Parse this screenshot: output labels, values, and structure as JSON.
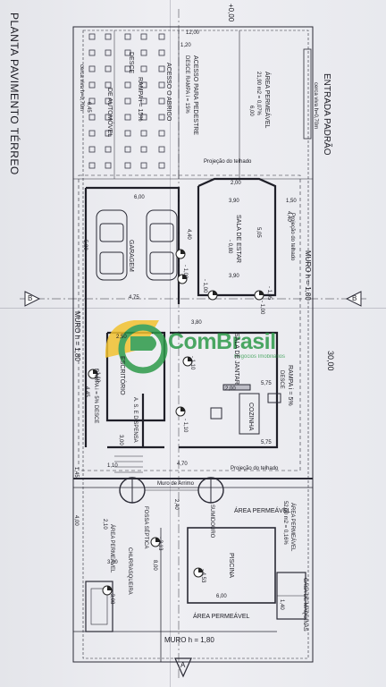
{
  "plan": {
    "title": "PLANTA PAVIMENTO TÉRREO",
    "level": "+0,00",
    "entry": "ENTRADA PADRÃO",
    "live_fence": "cerca viva h=0,70m",
    "live_fence_left": "cerca viva h=0,70m",
    "pedestrian_access": "ACESSO PARA PEDESTRE",
    "pedestrian_ramp": "DESCE RAMPA i = 15%",
    "shelter_access": "ACESSO O ABRIGO",
    "car_ramp": "RAMPA i = 15%",
    "car_ramp_down": "DESCE",
    "auto_ramp": "DE AUTOMÓVEL",
    "permeable_area_top": "ÁREA PERMEÁVEL",
    "permeable_top_value": "21,90 m2 = 0,07%",
    "roof_projection": "Projeção do telhado",
    "roof_projection_side": "Projeção do telhado",
    "roof_projection_bottom": "Projeção do telhado",
    "living_room": "SALA DE ESTAR",
    "living_level": "- 0,80",
    "garage": "GARAGEM",
    "wall": "MURO  h = 1,80",
    "wall_left": "MURO  h = 1,80",
    "wall_bottom": "MURO  h = 1,80",
    "section_mark": "B",
    "office": "ESCRITÓRIO",
    "dining_room": "SALA DE JANTAR",
    "kitchen": "COZINHA",
    "service_area": "A. S. E DISPENSA",
    "ramp_5": "RAMPA i = 5%",
    "ramp_5_down": "DESCE",
    "ramp_5_left": "RAMPA i = 5% DESCE",
    "retaining_wall": "Muro de Arrimo",
    "septic_tank": "FOSSA SÉPTICA",
    "sink_drain": "SUMIDOURO",
    "permeable_area_mid": "ÁREA PERMEÁVEL",
    "permeable_area_right": "ÁREA PERMEÁVEL",
    "permeable_right_value": "52,00 m2 = 0,16%",
    "permeable_area_left": "ÁREA PERMEÁVEL",
    "pool": "PISCINA",
    "barbecue": "CHURRASQUEIRA",
    "machine_house": "CASA DE MÁQUINAS",
    "permeable_area_bottom": "ÁREA PERMEÁVEL",
    "section_a": "A"
  },
  "dimensions": {
    "width_12": "12,00",
    "d_120": "1,20",
    "d_600_top": "6,00",
    "d_600_garage": "6,00",
    "d_390": "3,90",
    "d_390b": "3,90",
    "d_200": "2,00",
    "d_505": "5,05",
    "d_440": "4,40",
    "d_440b": "4,40",
    "d_580": "5,80",
    "d_150": "1,50",
    "d_475": "4,75",
    "d_3000": "30,00",
    "d_380": "3,80",
    "d_250": "2,50",
    "d_445": "4,45",
    "d_200b": "2,00",
    "d_575": "5,75",
    "d_575b": "5,75",
    "d_300": "3,00",
    "d_470": "4,70",
    "d_110": "1,10",
    "d_145": "1,45",
    "d_400": "4,00",
    "d_240": "2,40",
    "d_800": "8,00",
    "d_300b": "3,00",
    "d_600_pool": "6,00",
    "d_140": "1,40",
    "d_210": "2,10",
    "d_645": "6,45"
  },
  "levels": {
    "l1": "- 1,00",
    "l2": "- 1,00",
    "l3": "- 1,10",
    "l4": "- 1,10",
    "l5": "- 1,10",
    "l6": "- 3,13",
    "l7": "- 4,53",
    "l8": "- 3,08",
    "l9": "- 1,05",
    "l10": "- 1,00"
  },
  "watermark": {
    "name": "ComBrasil",
    "tagline": "Negócios Imobiliários",
    "color": "#2d9a4a",
    "accent": "#f2c230"
  }
}
